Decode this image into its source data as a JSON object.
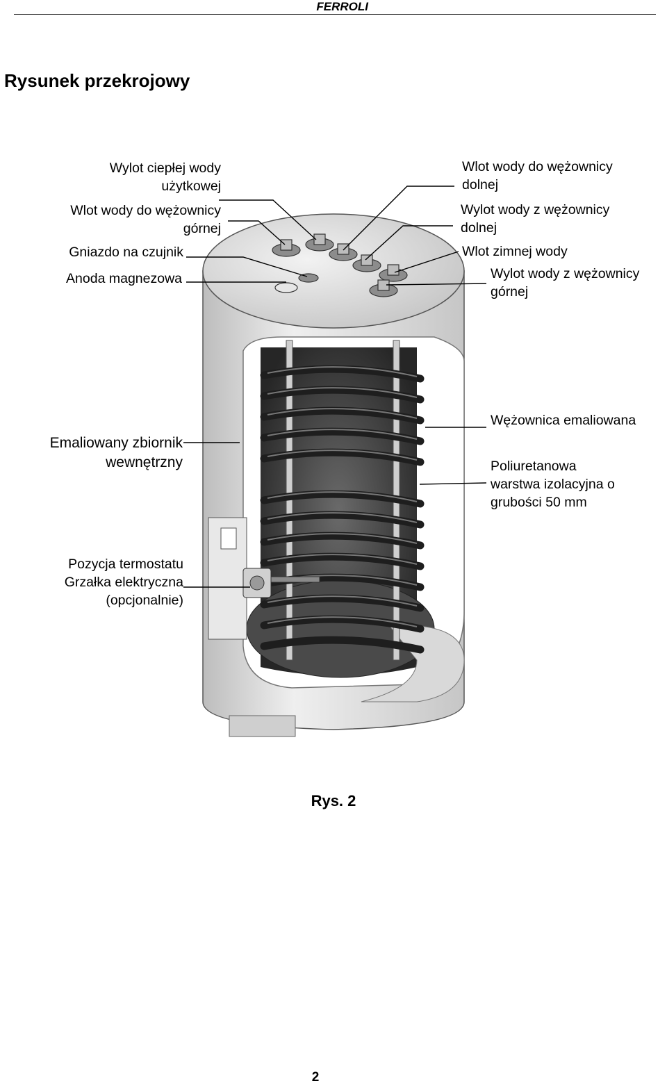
{
  "header": {
    "brand": "FERROLI"
  },
  "title": "Rysunek przekrojowy",
  "labels": {
    "hot_water_outlet": [
      "Wylot ciepłej wody",
      "użytkowej"
    ],
    "upper_coil_inlet": [
      "Wlot wody do wężownicy",
      "górnej"
    ],
    "sensor_socket": "Gniazdo na czujnik",
    "magnesium_anode": "Anoda magnezowa",
    "lower_coil_inlet": [
      "Wlot wody do wężownicy",
      "dolnej"
    ],
    "lower_coil_outlet": [
      "Wylot wody z wężownicy",
      "dolnej"
    ],
    "cold_water_inlet": "Wlot zimnej wody",
    "upper_coil_outlet": [
      "Wylot wody z wężownicy",
      "górnej"
    ],
    "enamelled_tank": [
      "Emaliowany zbiornik",
      "wewnętrzny"
    ],
    "enamelled_coil": "Wężownica emaliowana",
    "insulation": [
      "Poliuretanowa",
      "warstwa izolacyjna o",
      "grubości 50 mm"
    ],
    "thermostat_heater": [
      "Pozycja termostatu",
      "Grzałka elektryczna",
      "(opcjonalnie)"
    ]
  },
  "figure_caption": "Rys. 2",
  "page_number": "2",
  "colors": {
    "text": "#000000",
    "shell": "#d9d9d9",
    "coil": "#2b2b2b",
    "tank": "#3a3a3a"
  }
}
